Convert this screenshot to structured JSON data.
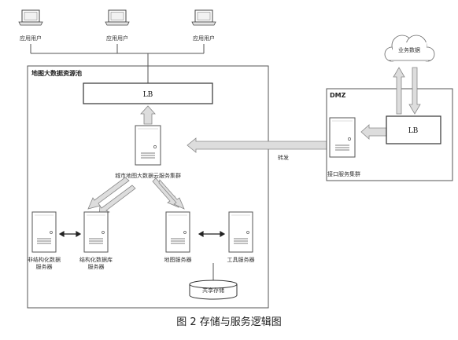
{
  "caption": "图 2   存储与服务逻辑图",
  "users": [
    {
      "label": "应用用户"
    },
    {
      "label": "应用用户"
    },
    {
      "label": "应用用户"
    }
  ],
  "pool": {
    "title": "地图大数据资源池",
    "lb_label": "LB",
    "cluster_label": "城市地图大数据云服务集群",
    "servers": {
      "unstructured": [
        "非结构化数据",
        "服务器"
      ],
      "structured": [
        "结构化数据库",
        "服务器"
      ],
      "map": "地图服务器",
      "tool": "工具服务器"
    },
    "storage_label": "共享存储"
  },
  "dmz": {
    "title": "DMZ",
    "lb_label": "LB",
    "interface_label": "接口服务集群"
  },
  "cloud_label": "业务数据",
  "forward_label": "转发"
}
